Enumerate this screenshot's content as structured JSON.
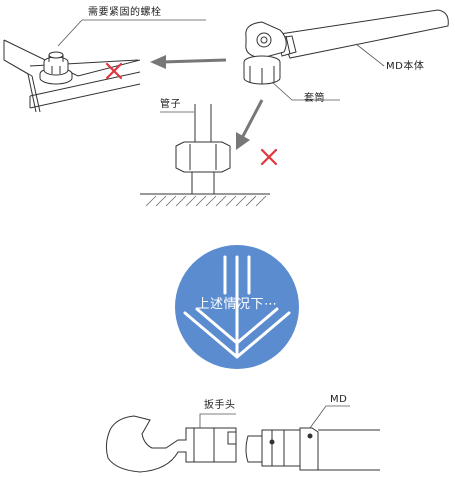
{
  "labels": {
    "bolt_to_tighten": "需要紧固的螺栓",
    "md_body": "MD本体",
    "socket": "套筒",
    "pipe": "管子",
    "wrench_head": "扳手头",
    "md": "MD"
  },
  "badge": {
    "text": "上述情况下⋯",
    "color": "#5b8ccf"
  },
  "marks": {
    "x_color": "#e0363c",
    "arrow_color": "#777777"
  }
}
